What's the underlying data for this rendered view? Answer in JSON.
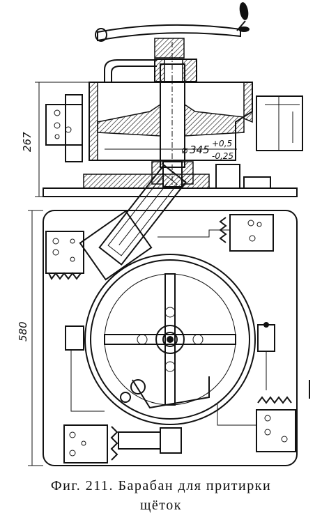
{
  "figure": {
    "caption_line1": "Фиг. 211. Барабан для притирки",
    "caption_line2": "щёток"
  },
  "dimensions": {
    "height_top": "267",
    "height_bottom": "580",
    "diameter_main": "345",
    "diameter_tol_upper": "+0,5",
    "diameter_tol_lower": "-0,25"
  }
}
